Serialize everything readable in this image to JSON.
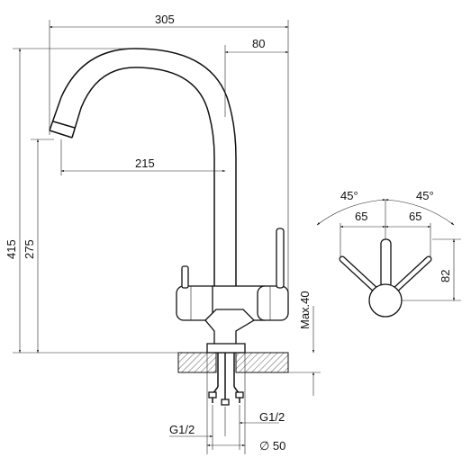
{
  "drawing": {
    "dimensions": {
      "overall_width": "305",
      "spout_offset": "80",
      "spout_reach": "215",
      "total_height": "415",
      "spout_height": "275",
      "max_deck": "Max.40",
      "thread_left": "G1/2",
      "thread_right": "G1/2",
      "hole_diameter": "∅ 50"
    },
    "top_view": {
      "angle_left": "45°",
      "angle_right": "45°",
      "handle_left": "65",
      "handle_right": "65",
      "depth": "82"
    }
  }
}
